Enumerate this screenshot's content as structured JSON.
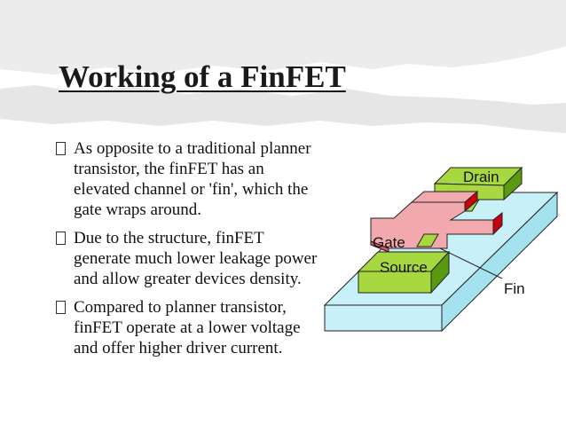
{
  "slide": {
    "title": "Working of a FinFET",
    "bullets": [
      "As opposite to a traditional planner transistor, the finFET has an elevated channel or 'fin', which the gate wraps around.",
      "Due to the structure, finFET generate much lower leakage power and allow greater devices density.",
      "Compared to planner transistor, finFET operate at a lower voltage and offer higher driver current."
    ]
  },
  "diagram": {
    "labels": {
      "drain": "Drain",
      "gate": "Gate",
      "source": "Source",
      "fin": "Fin"
    },
    "colors": {
      "substrate_top": "#c8f0f8",
      "substrate_side": "#a4e2f0",
      "gate_top": "#f2a9ad",
      "gate_front": "#e8505e",
      "gate_side": "#c80010",
      "terminal_top": "#a8d840",
      "terminal_side": "#5a9a10"
    }
  }
}
